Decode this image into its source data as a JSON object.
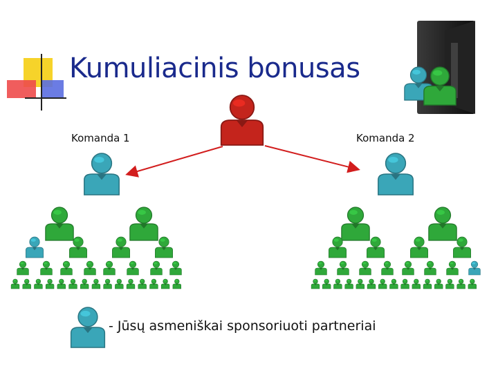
{
  "title": "Kumuliacinis bonusas",
  "teams": [
    {
      "label": "Komanda 1"
    },
    {
      "label": "Komanda 2"
    }
  ],
  "legend": {
    "text": "- Jūsų asmeniškai sponsoriuoti partneriai",
    "icon": "person-icon-teal"
  },
  "colors": {
    "title": "#1a2a8c",
    "sponsor": "#c4241c",
    "personal": "#3aa6b8",
    "downline": "#2fa83a",
    "arrow": "#d21d1d",
    "decor_yellow": "#f6d32a",
    "decor_red": "#ee4b4b",
    "decor_blue": "#5b6ee0"
  },
  "icons": [
    "sponsor-person-icon",
    "folder-users-icon",
    "person-icon"
  ]
}
